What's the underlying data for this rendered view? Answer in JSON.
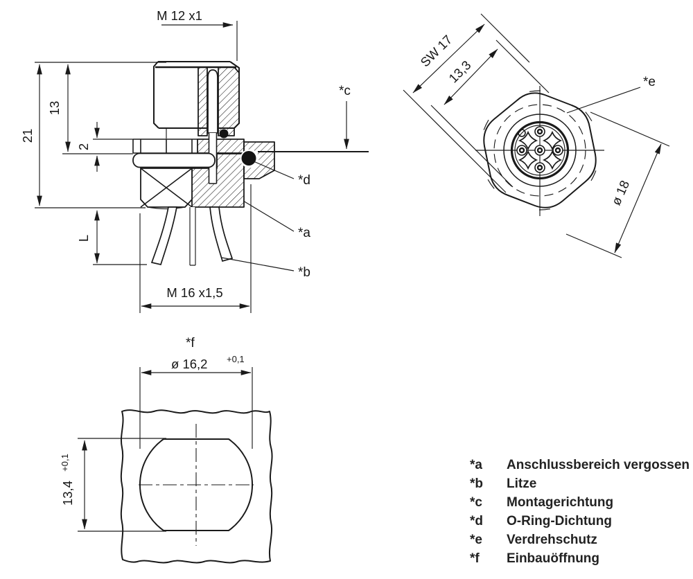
{
  "page": {
    "background": "#ffffff",
    "line_color": "#1a1a1a"
  },
  "side_view": {
    "dim_thread_top": "M 12 x1",
    "dim_height_13": "13",
    "dim_height_21": "21",
    "dim_flange_2": "2",
    "dim_wire_L": "L",
    "dim_thread_bottom": "M 16 x1,5",
    "ref_c": "*c",
    "ref_d": "*d",
    "ref_a": "*a",
    "ref_b": "*b"
  },
  "front_view": {
    "dim_wrench": "SW 17",
    "dim_13_3": "13,3",
    "dim_dia_18": "ø 18",
    "ref_e": "*e"
  },
  "cutout_view": {
    "ref_f": "*f",
    "dim_dia": "ø 16,2",
    "dim_dia_tol": "+0,1",
    "dim_height": "13,4",
    "dim_height_tol": "+0,1"
  },
  "legend": {
    "items": [
      {
        "key": "*a",
        "text": "Anschlussbereich vergossen"
      },
      {
        "key": "*b",
        "text": "Litze"
      },
      {
        "key": "*c",
        "text": "Montagerichtung"
      },
      {
        "key": "*d",
        "text": "O-Ring-Dichtung"
      },
      {
        "key": "*e",
        "text": "Verdrehschutz"
      },
      {
        "key": "*f",
        "text": "Einbauöffnung"
      }
    ]
  }
}
